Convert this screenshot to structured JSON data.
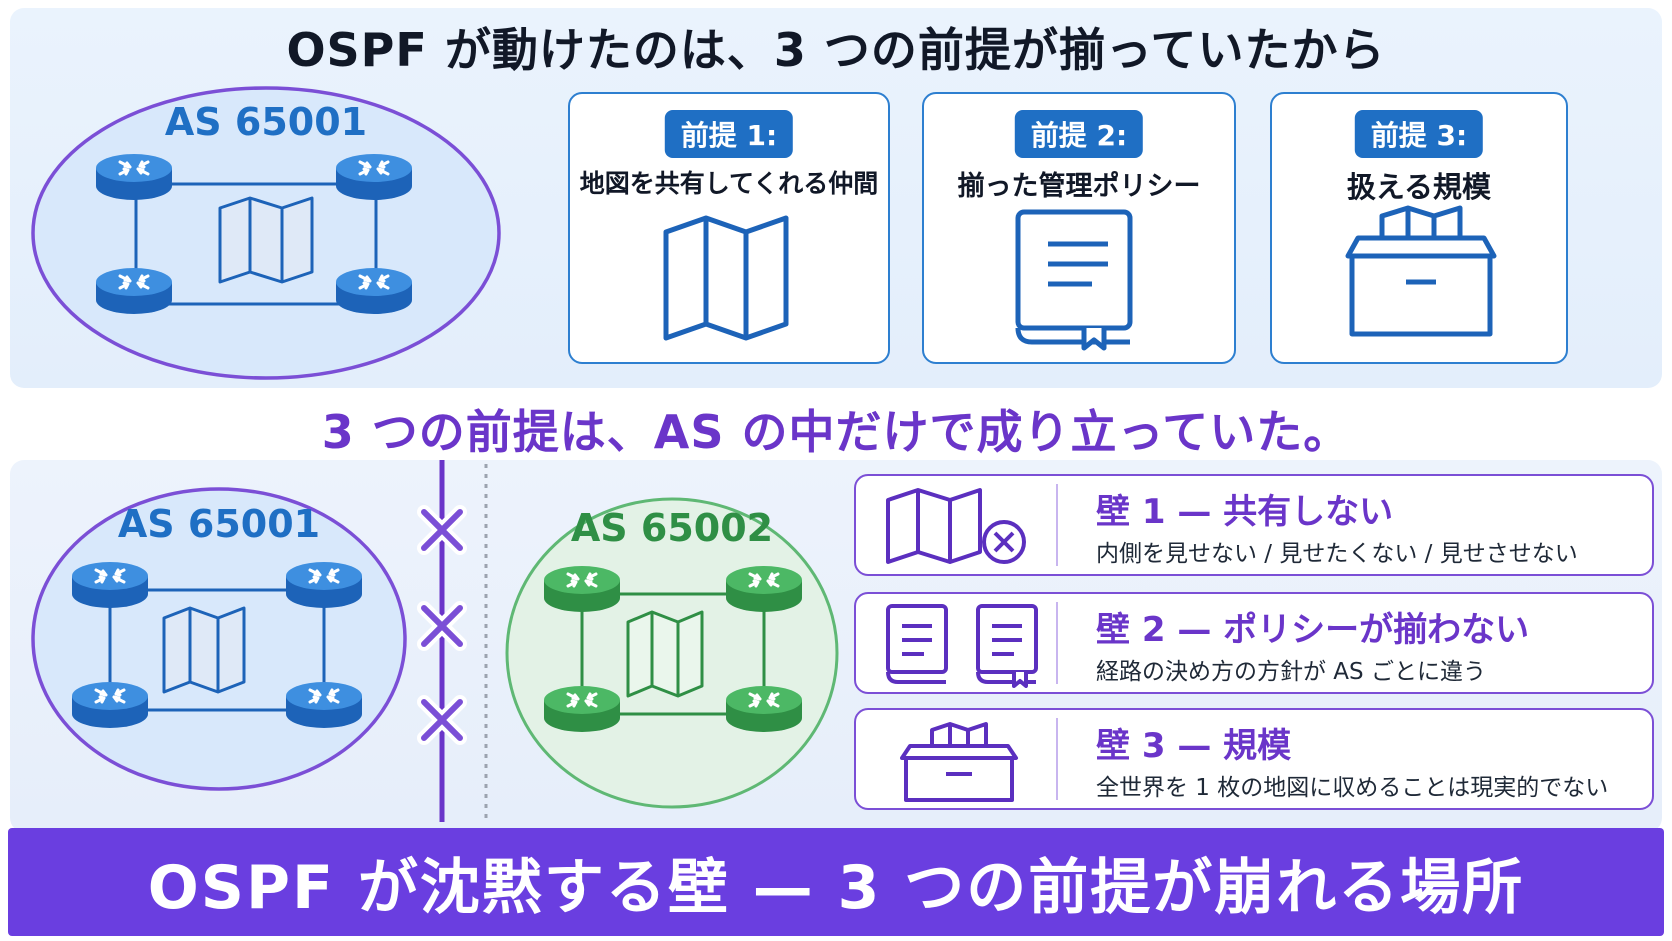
{
  "top_title": "OSPF が動けたのは、3 つの前提が揃っていたから",
  "as_top": {
    "label": "AS 65001"
  },
  "premises": [
    {
      "badge": "前提 1:",
      "text": "地図を共有してくれる仲間",
      "icon": "map-icon"
    },
    {
      "badge": "前提 2:",
      "text": "揃った管理ポリシー",
      "icon": "book-icon"
    },
    {
      "badge": "前提 3:",
      "text": "扱える規模",
      "icon": "box-icon"
    }
  ],
  "middle_title": "3 つの前提は、AS の中だけで成り立っていた。",
  "as_left": {
    "label": "AS 65001"
  },
  "as_right": {
    "label": "AS 65002"
  },
  "walls": [
    {
      "title": "壁 1 — 共有しない",
      "sub": "内側を見せない / 見せたくない / 見せさせない",
      "icon": "map-x-icon"
    },
    {
      "title": "壁 2 — ポリシーが揃わない",
      "sub": "経路の決め方の方針が AS ごとに違う",
      "icon": "two-books-icon"
    },
    {
      "title": "壁 3 — 規模",
      "sub": "全世界を 1 枚の地図に収めることは現実的でない",
      "icon": "box-icon"
    }
  ],
  "bottom_banner": "OSPF が沈黙する壁 — 3 つの前提が崩れる場所",
  "colors": {
    "blue": "#2d7fd0",
    "purple": "#6a35c9",
    "green": "#3ea55a",
    "banner": "#6a3ee0"
  }
}
